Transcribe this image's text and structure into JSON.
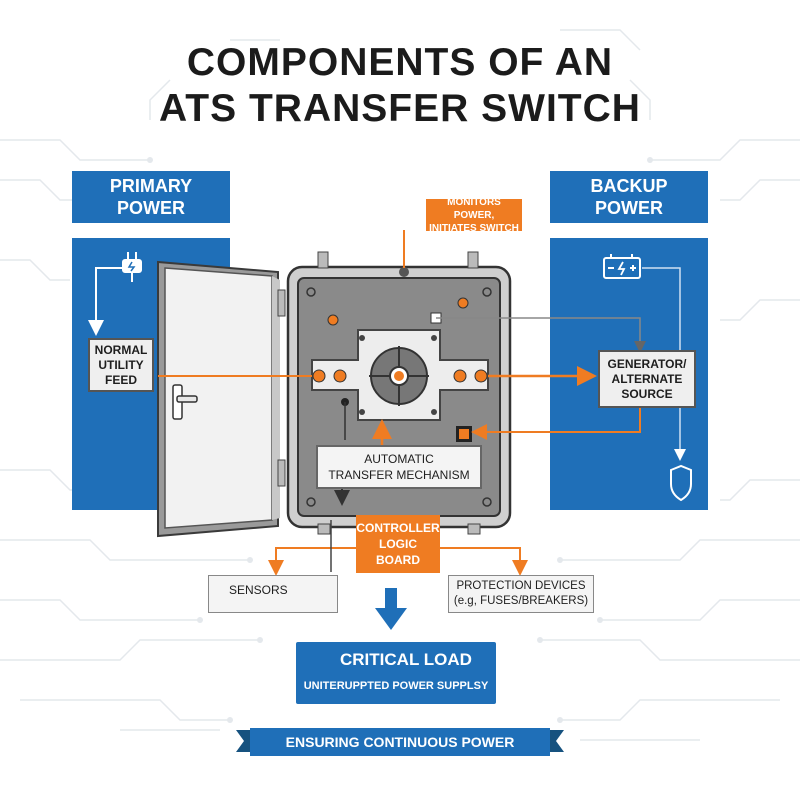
{
  "title": {
    "line1": "COMPONENTS OF AN",
    "line2": "ATS TRANSFER SWITCH"
  },
  "primary": {
    "header_line1": "PRIMARY",
    "header_line2": "POWER",
    "feed_label": [
      "NORMAL",
      "UTILITY",
      "FEED"
    ]
  },
  "backup": {
    "header_line1": "BACKUP",
    "header_line2": "POWER",
    "source_label": [
      "GENERATOR/",
      "ALTERNATE",
      "SOURCE"
    ]
  },
  "callout": {
    "line1": "MONITORS POWER,",
    "line2": "INITIATES SWITCH"
  },
  "mechanism": {
    "line1": "AUTOMATIC",
    "line2": "TRANSFER MECHANISM"
  },
  "controller": {
    "line1": "CONTROLLER",
    "line2": "LOGIC",
    "line3": "BOARD"
  },
  "sensors": {
    "label": "SENSORS"
  },
  "protection": {
    "line1": "PROTECTION DEVICES",
    "line2": "(e.g, FUSES/BREAKERS)"
  },
  "load": {
    "title": "CRITICAL LOAD",
    "subtitle": "UNITERUPPTED POWER SUPPLSY"
  },
  "footer": {
    "banner": "ENSURING CONTINUOUS POWER"
  },
  "colors": {
    "blue": "#1f6fb8",
    "orange": "#ef7c22",
    "gray_panel": "#8a8a8a",
    "dark_border": "#555555"
  },
  "icons": [
    "plug-icon",
    "battery-icon",
    "shield-icon",
    "thermometer-icon",
    "waveform-icon",
    "building-icon",
    "door-handle-icon"
  ]
}
